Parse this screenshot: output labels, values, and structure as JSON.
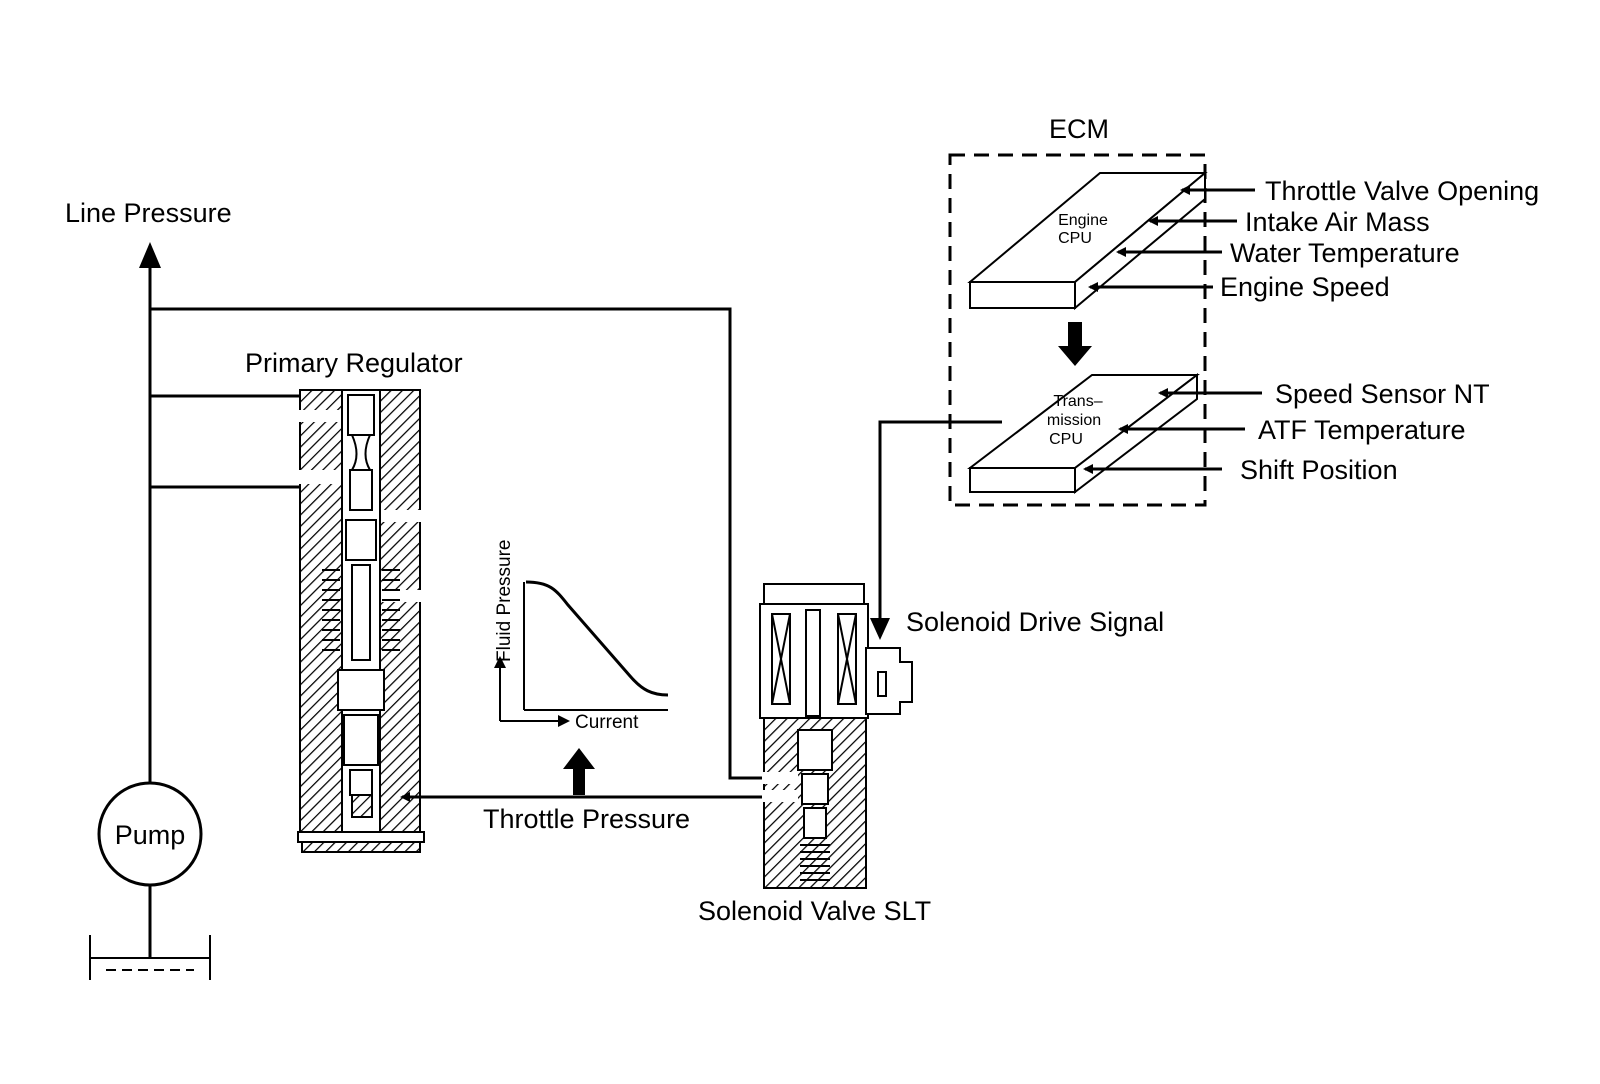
{
  "labels": {
    "line_pressure": "Line Pressure",
    "primary_regulator": "Primary Regulator",
    "pump": "Pump",
    "throttle_pressure": "Throttle Pressure",
    "solenoid_valve": "Solenoid Valve SLT",
    "solenoid_drive_signal": "Solenoid Drive Signal",
    "ecm": "ECM"
  },
  "engine_cpu": {
    "line1": "Engine",
    "line2": "CPU"
  },
  "transmission_cpu": {
    "line1": "Trans–",
    "line2": "mission",
    "line3": "CPU"
  },
  "engine_inputs": [
    "Throttle Valve Opening",
    "Intake Air Mass",
    "Water Temperature",
    "Engine Speed"
  ],
  "transmission_inputs": [
    "Speed Sensor NT",
    "ATF Temperature",
    "Shift Position"
  ],
  "graph": {
    "ylabel": "Fluid Pressure",
    "xlabel": "Current"
  }
}
